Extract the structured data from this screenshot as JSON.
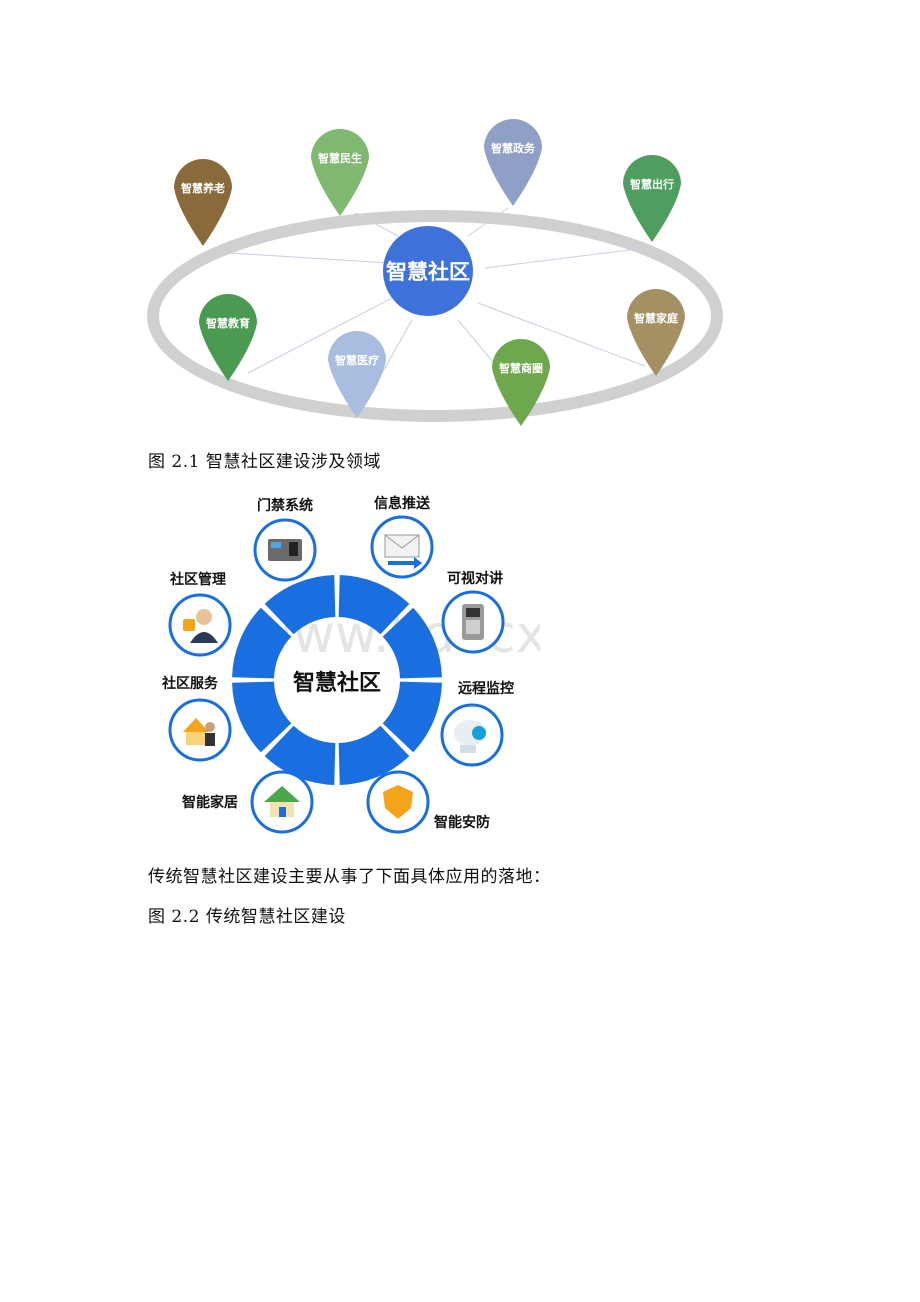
{
  "figure1": {
    "center_label": "智慧社区",
    "pins": [
      {
        "label": "智慧养老",
        "color": "#8a6a3a"
      },
      {
        "label": "智慧民生",
        "color": "#7fb870"
      },
      {
        "label": "智慧政务",
        "color": "#8fa0c6"
      },
      {
        "label": "智慧出行",
        "color": "#4f9e5f"
      },
      {
        "label": "智慧教育",
        "color": "#4a9a52"
      },
      {
        "label": "智慧医疗",
        "color": "#a9bde0"
      },
      {
        "label": "智慧商圈",
        "color": "#6ea84e"
      },
      {
        "label": "智慧家庭",
        "color": "#a59064"
      }
    ],
    "hub_color": "#3f72d9"
  },
  "caption1": "图 2.1 智慧社区建设涉及领域",
  "figure2": {
    "center_label": "智慧社区",
    "ring_color": "#1a6fe0",
    "items": [
      {
        "label": "门禁系统",
        "icon": "door-access-icon"
      },
      {
        "label": "信息推送",
        "icon": "envelope-icon"
      },
      {
        "label": "可视对讲",
        "icon": "intercom-icon"
      },
      {
        "label": "远程监控",
        "icon": "camera-icon"
      },
      {
        "label": "智能安防",
        "icon": "shield-icon"
      },
      {
        "label": "智能家居",
        "icon": "house-icon"
      },
      {
        "label": "社区服务",
        "icon": "service-icon"
      },
      {
        "label": "社区管理",
        "icon": "manager-icon"
      }
    ],
    "watermark": "www.bdocx.com"
  },
  "paragraph": "传统智慧社区建设主要从事了下面具体应用的落地：",
  "caption2": "图 2.2 传统智慧社区建设"
}
